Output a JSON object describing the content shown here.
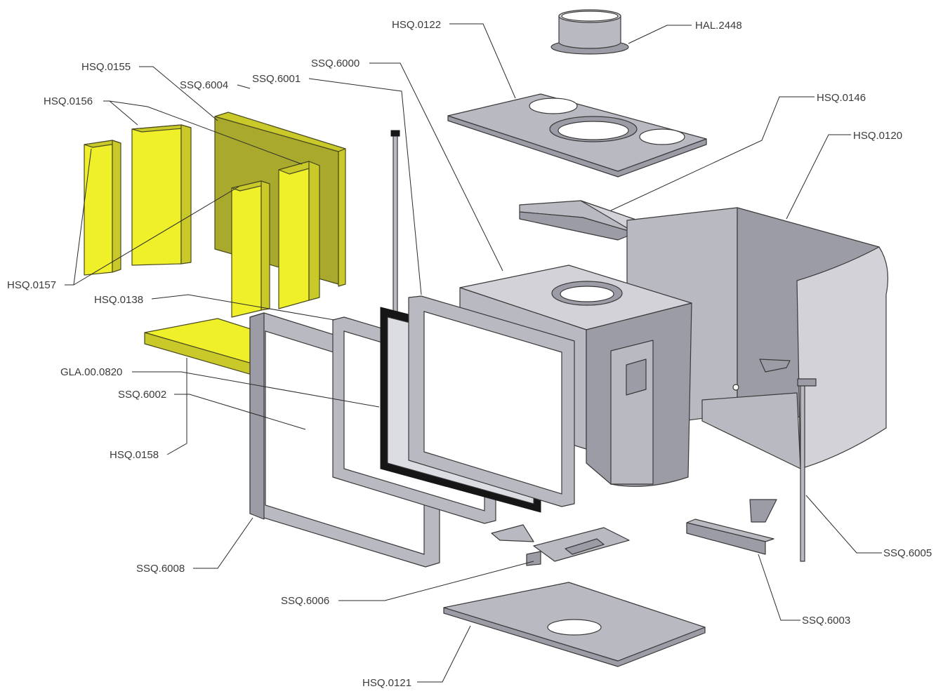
{
  "labels": {
    "hsq_0122": "HSQ.0122",
    "hal_2448": "HAL.2448",
    "hsq_0155": "HSQ.0155",
    "ssq_6004": "SSQ.6004",
    "ssq_6001": "SSQ.6001",
    "ssq_6000": "SSQ.6000",
    "hsq_0156": "HSQ.0156",
    "hsq_0146": "HSQ.0146",
    "hsq_0120": "HSQ.0120",
    "hsq_0157": "HSQ.0157",
    "hsq_0138": "HSQ.0138",
    "gla_00_0820": "GLA.00.0820",
    "ssq_6002": "SSQ.6002",
    "hsq_0158": "HSQ.0158",
    "ssq_6005": "SSQ.6005",
    "ssq_6008": "SSQ.6008",
    "ssq_6003": "SSQ.6003",
    "ssq_6006": "SSQ.6006",
    "hsq_0121": "HSQ.0121"
  },
  "colors": {
    "firebrick": "#efef2a",
    "metal": "#b9b9c2",
    "background": "#ffffff"
  }
}
